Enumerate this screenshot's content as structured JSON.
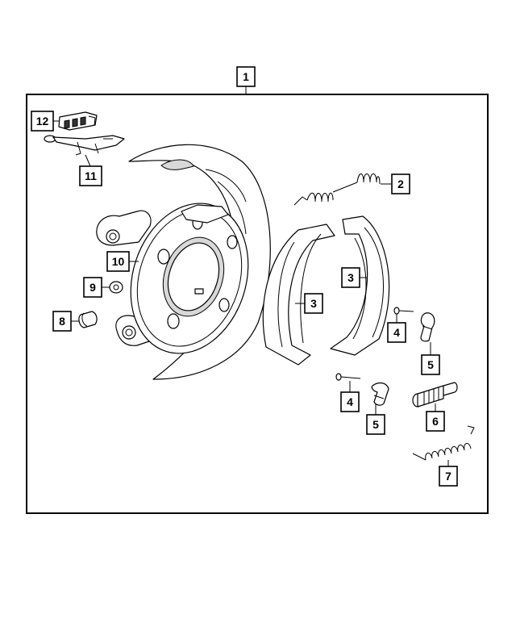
{
  "diagram": {
    "callouts": {
      "c1": "1",
      "c2": "2",
      "c3a": "3",
      "c3b": "3",
      "c4a": "4",
      "c4b": "4",
      "c5a": "5",
      "c5b": "5",
      "c6": "6",
      "c7": "7",
      "c8": "8",
      "c9": "9",
      "c10": "10",
      "c11": "11",
      "c12": "12"
    }
  }
}
